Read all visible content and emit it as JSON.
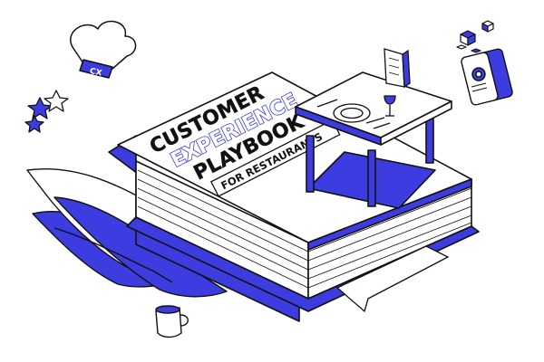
{
  "cover": {
    "line1": "CUSTOMER",
    "line2": "EXPERIENCE",
    "line3": "PLAYBOOK",
    "subtitle": "FOR RESTAURANTS"
  },
  "chef_hat": {
    "label": "CX"
  },
  "icons": [
    "chef-hat-icon",
    "stars-icon",
    "coffee-mug-icon",
    "smartphone-icon",
    "dice-icon",
    "menu-card-icon",
    "wine-glass-icon",
    "plate-icon",
    "fork-icon",
    "knife-icon",
    "spoon-icon"
  ],
  "colors": {
    "brand_blue": "#3d3ce0",
    "ink": "#111111",
    "paper": "#ffffff"
  }
}
